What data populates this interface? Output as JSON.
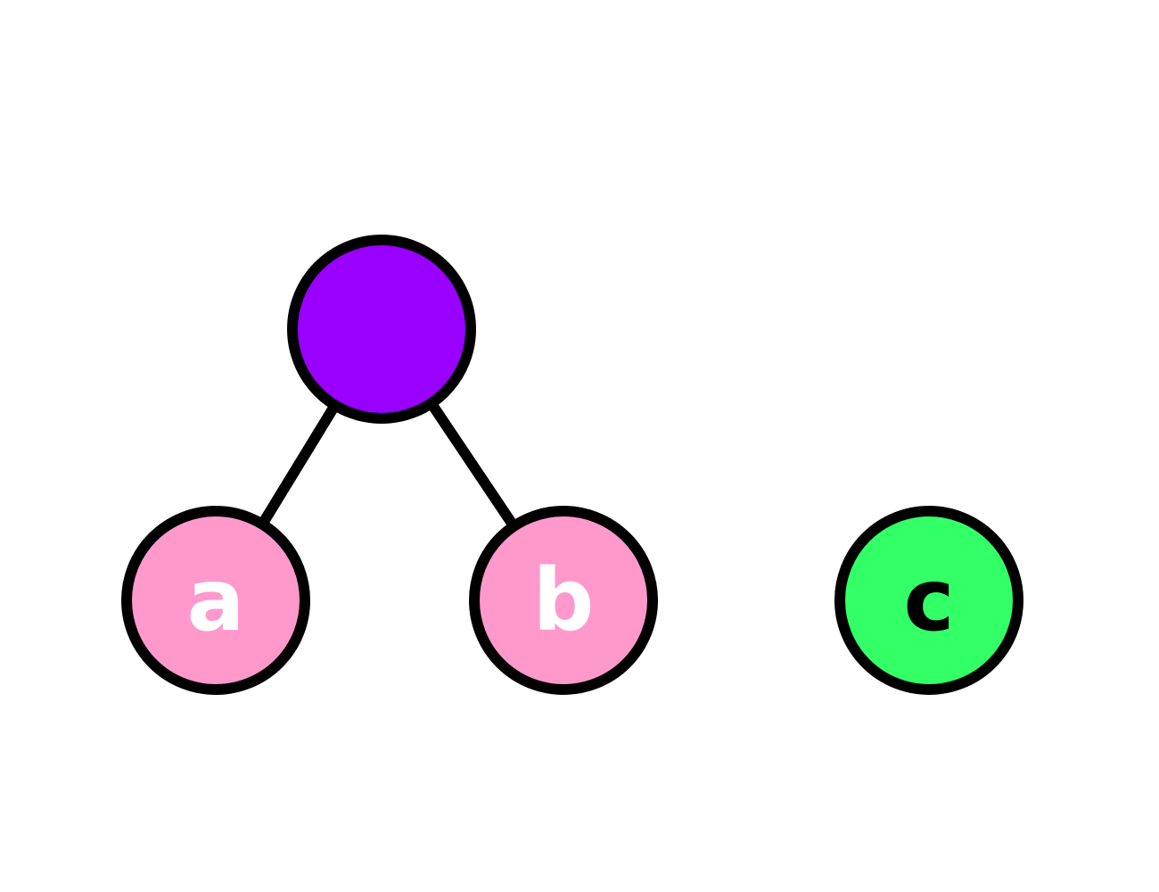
{
  "diagram": {
    "nodes": [
      {
        "id": "root",
        "label": "",
        "fill": "#9900ff",
        "label_color": "#ffffff"
      },
      {
        "id": "a",
        "label": "a",
        "fill": "#ff99cc",
        "label_color": "#ffffff"
      },
      {
        "id": "b",
        "label": "b",
        "fill": "#ff99cc",
        "label_color": "#ffffff"
      },
      {
        "id": "c",
        "label": "c",
        "fill": "#33ff66",
        "label_color": "#000000"
      }
    ],
    "edges": [
      {
        "from": "root",
        "to": "a"
      },
      {
        "from": "root",
        "to": "b"
      }
    ],
    "stroke_color": "#000000"
  }
}
